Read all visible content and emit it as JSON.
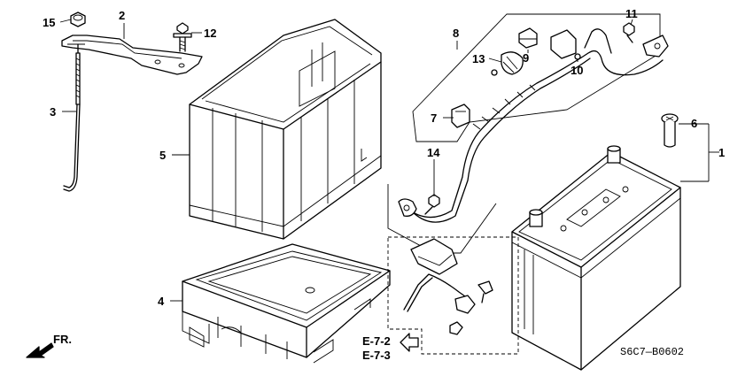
{
  "callouts": {
    "c1": "1",
    "c2": "2",
    "c3": "3",
    "c4": "4",
    "c5": "5",
    "c6": "6",
    "c7": "7",
    "c8": "8",
    "c9": "9",
    "c10": "10",
    "c11": "11",
    "c12": "12",
    "c13": "13",
    "c14": "14",
    "c15": "15"
  },
  "refs": {
    "ref1": "E-7-2",
    "ref2": "E-7-3"
  },
  "direction_label": "FR.",
  "diagram_code": "S6C7—B0602"
}
